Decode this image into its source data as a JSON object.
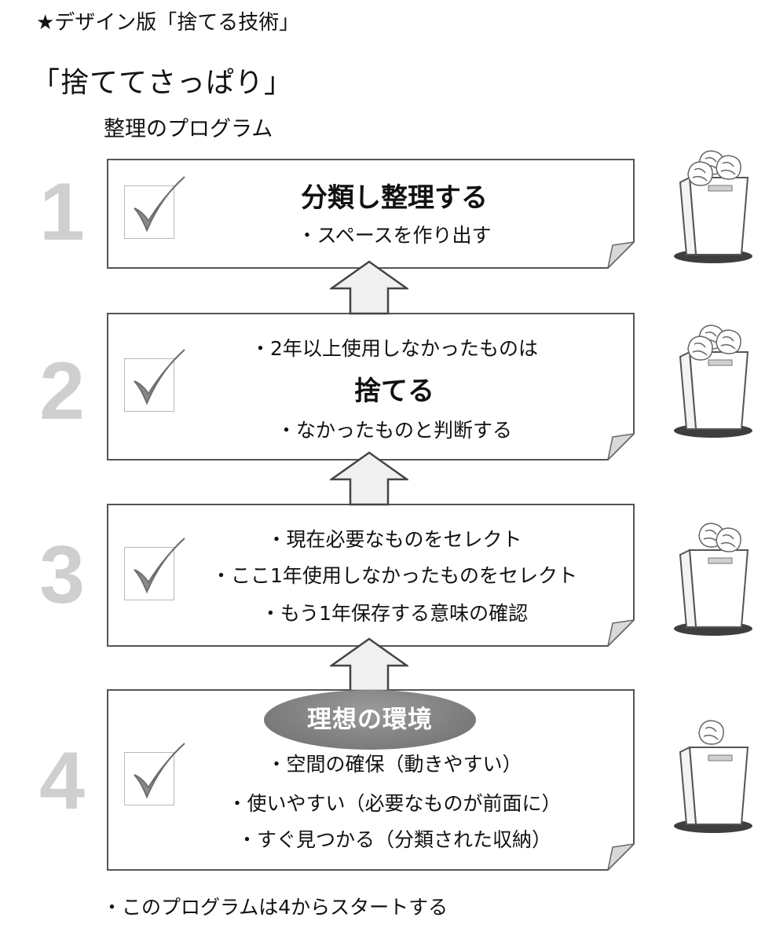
{
  "header": {
    "top_heading": "★デザイン版「捨てる技術」",
    "main_title": "「捨ててさっぱり」",
    "subtitle": "整理のプログラム"
  },
  "steps": [
    {
      "number": "1",
      "lines": [
        "分類し整理する",
        "・スペースを作り出す"
      ],
      "emphasis": [
        0
      ]
    },
    {
      "number": "2",
      "lines": [
        "・2年以上使用しなかったものは",
        "捨てる",
        "・なかったものと判断する"
      ],
      "emphasis": [
        1
      ]
    },
    {
      "number": "3",
      "lines": [
        "・現在必要なものをセレクト",
        "・ここ1年使用しなかったものをセレクト",
        "・もう1年保存する意味の確認"
      ],
      "emphasis": []
    },
    {
      "number": "4",
      "lines": [
        "・空間の確保（動きやすい）",
        "・使いやすい（必要なものが前面に）",
        "・すぐ見つかる（分類された収納）"
      ],
      "emphasis": []
    }
  ],
  "goal_badge": "理想の環境",
  "footnote": "・このプログラムは4からスタートする",
  "icons": [
    "checkmark-icon",
    "trash-bin-icon",
    "up-arrow-icon"
  ],
  "colors": {
    "step_number": "#cfcfcf",
    "badge": "#808080",
    "folded_corner": "#d8d8d8"
  }
}
